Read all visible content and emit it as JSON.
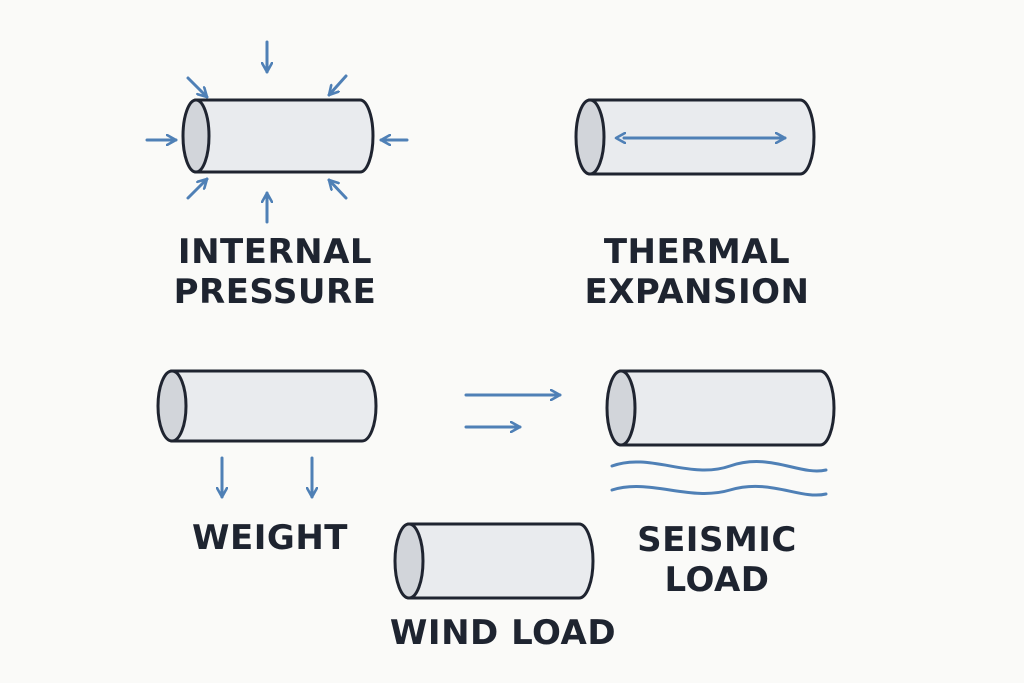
{
  "panels": {
    "internal_pressure": {
      "line1": "INTERNAL",
      "line2": "PRESSURE"
    },
    "thermal_expansion": {
      "line1": "THERMAL",
      "line2": "EXPANSION"
    },
    "weight": {
      "label": "WEIGHT"
    },
    "wind_load": {
      "label": "WIND LOAD"
    },
    "seismic_load": {
      "line1": "SEISMIC",
      "line2": "LOAD"
    }
  },
  "colors": {
    "arrow": "#4f80b6",
    "outline": "#1f2430",
    "pipe_fill": "#e9ebee",
    "pipe_end": "#d2d5da",
    "text": "#1e2430",
    "background": "#fafaf8"
  }
}
